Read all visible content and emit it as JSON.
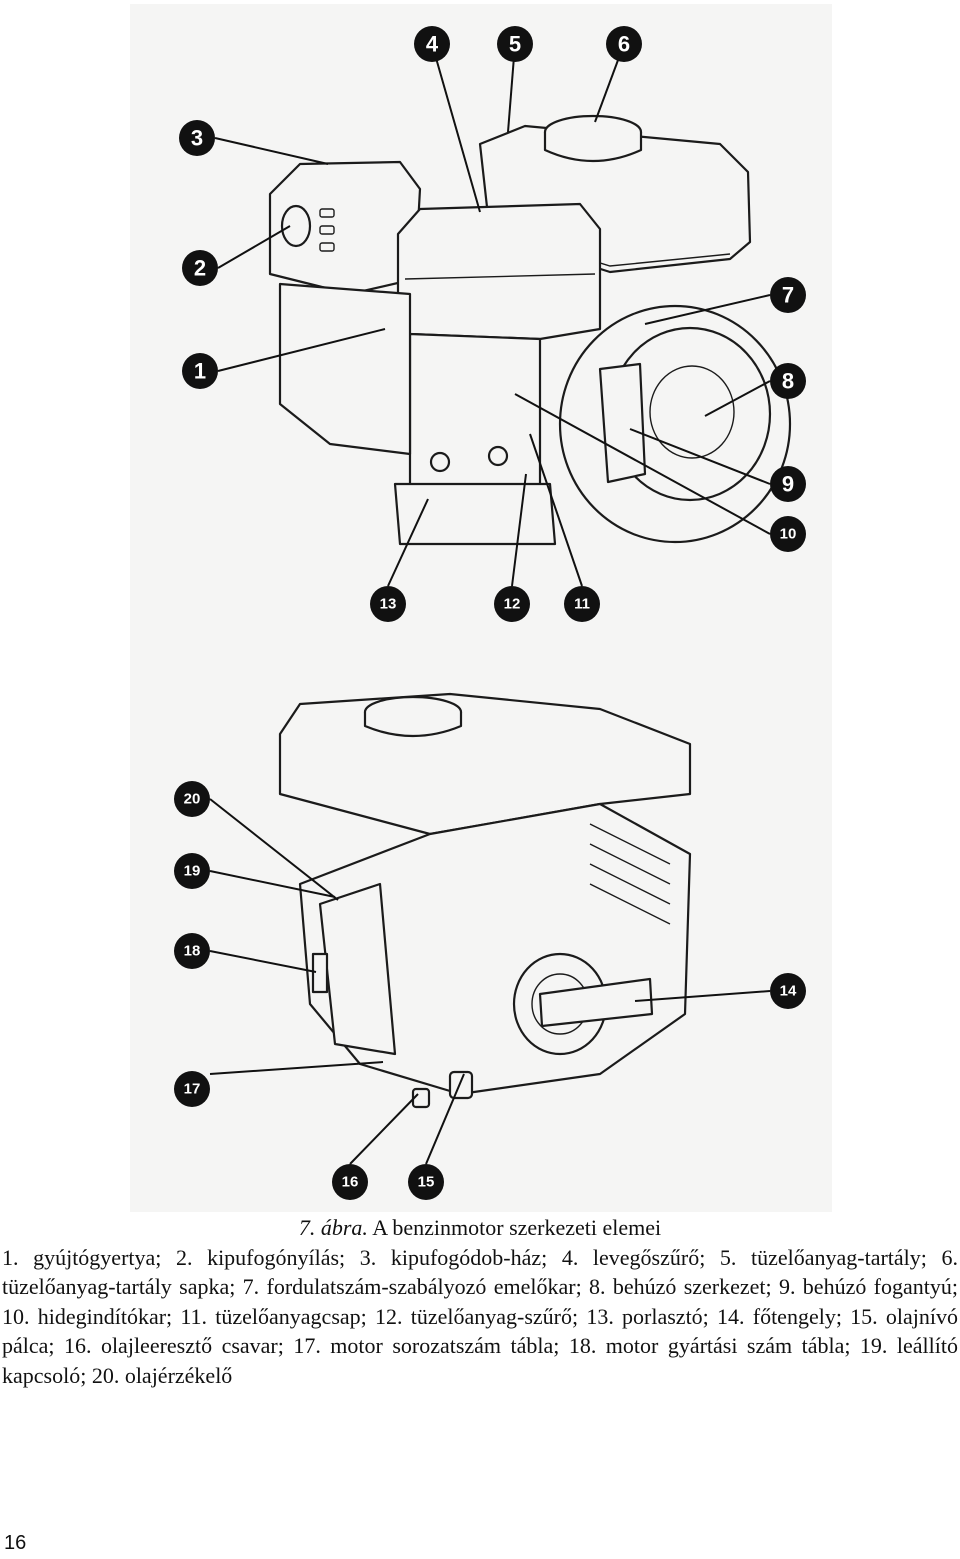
{
  "caption": {
    "figure_label": "7. ábra.",
    "figure_title": "A benzinmotor szerkezeti elemei",
    "legend": "1. gyújtógyertya; 2. kipufogónyílás; 3. kipufogódob-ház; 4. levegőszűrő; 5. tüzelőanyag-tartály; 6. tüzelőanyag-tartály sapka; 7. fordulatszám-szabályozó emelőkar; 8. behúzó szerkezet; 9. behúzó fogantyú; 10. hidegindítókar; 11. tüzelőanyagcsap; 12. tüzelőanyag-szűrő; 13. porlasztó; 14. főtengely; 15. olajnívó pálca; 16. olajleeresztő csavar; 17. motor sorozatszám tábla; 18. motor gyártási szám tábla; 19. leállító kapcsoló; 20. olajérzékelő"
  },
  "callouts": [
    "1",
    "2",
    "3",
    "4",
    "5",
    "6",
    "7",
    "8",
    "9",
    "10",
    "11",
    "12",
    "13",
    "14",
    "15",
    "16",
    "17",
    "18",
    "19",
    "20"
  ],
  "page_number": "16"
}
